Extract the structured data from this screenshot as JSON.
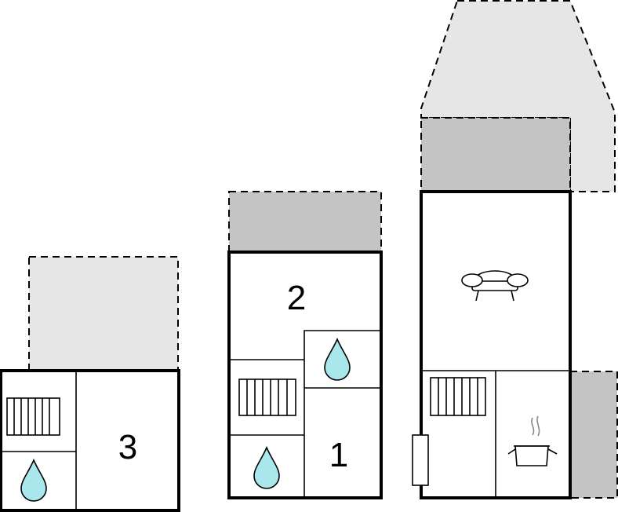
{
  "floors": [
    {
      "name": "",
      "room_labels": [
        {
          "text": "3"
        }
      ],
      "icons": [
        "radiator-icon",
        "water-drop-icon"
      ]
    },
    {
      "name": "",
      "room_labels": [
        {
          "text": "2"
        },
        {
          "text": "1"
        }
      ],
      "icons": [
        "water-drop-icon",
        "radiator-icon",
        "water-drop-icon"
      ]
    },
    {
      "name": "",
      "room_labels": [],
      "icons": [
        "sofa-icon",
        "radiator-icon",
        "cooking-pot-icon",
        "door-icon"
      ]
    }
  ],
  "colors": {
    "wall": "#000000",
    "terrace_light": "#e6e6e6",
    "terrace_dark": "#c4c4c4",
    "water": "#a8e8ec",
    "background": "#ffffff"
  }
}
